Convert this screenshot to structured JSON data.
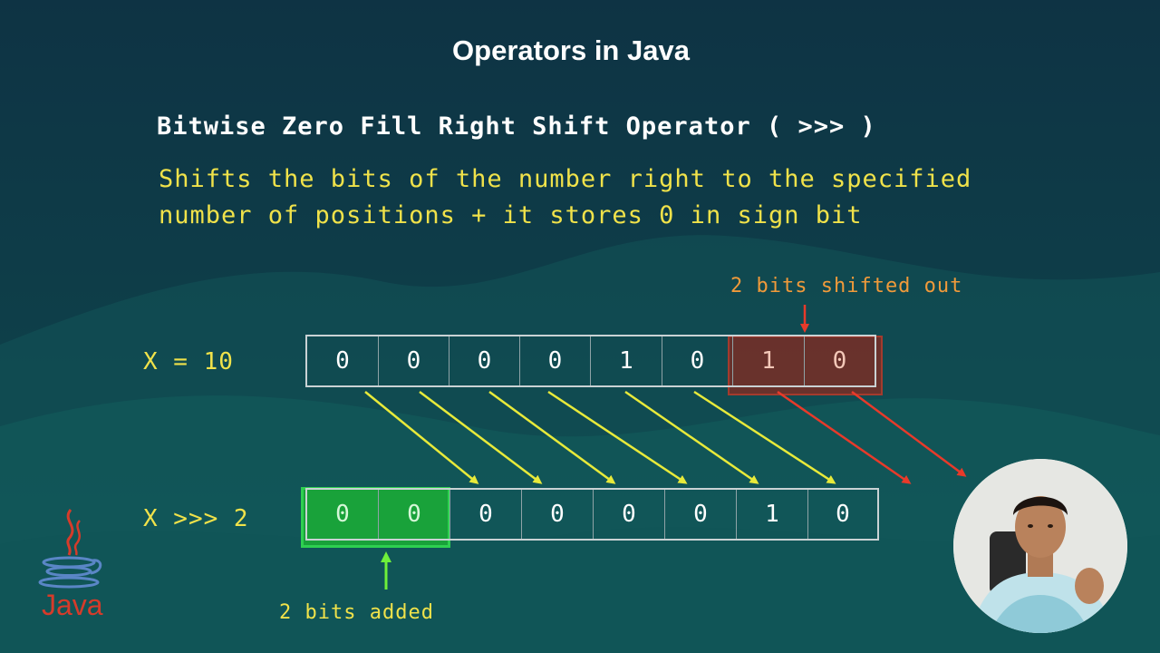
{
  "slide": {
    "title": "Operators in Java",
    "subtitle": "Bitwise Zero Fill Right Shift Operator ( >>> )",
    "description_line1": "Shifts the bits of the number right to the specified",
    "description_line2": "number of positions + it stores 0 in sign bit"
  },
  "diagram": {
    "input_label": "X = 10",
    "input_bits": [
      "0",
      "0",
      "0",
      "0",
      "1",
      "0",
      "1",
      "0"
    ],
    "output_label": "X >>> 2",
    "output_bits": [
      "0",
      "0",
      "0",
      "0",
      "0",
      "0",
      "1",
      "0"
    ],
    "shifted_out_label": "2 bits shifted out",
    "added_label": "2 bits added",
    "colors": {
      "background": "#0d3a45",
      "text_yellow": "#f0e24a",
      "shift_arrow": "#e8ea3a",
      "shifted_out_arrow": "#e83a2a",
      "shifted_out_label": "#f09a3a",
      "added_highlight": "#19a23a",
      "added_arrow": "#6ef03a"
    }
  },
  "logo": {
    "text": "Java",
    "icon": "java-coffee-cup-icon",
    "color": "#d63b2a"
  },
  "webcam": {
    "icon": "presenter-video"
  }
}
